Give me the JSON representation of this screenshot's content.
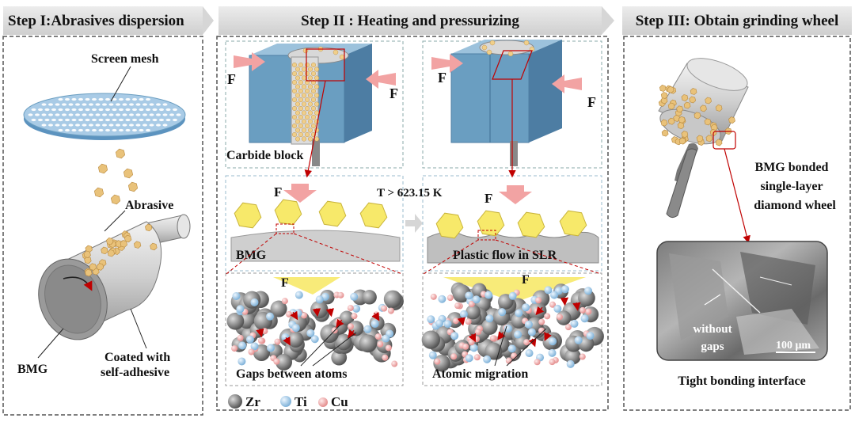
{
  "steps": {
    "step1": "Step I:Abrasives dispersion",
    "step2": "Step II : Heating and pressurizing",
    "step3": "Step III: Obtain grinding wheel"
  },
  "step1": {
    "screen_mesh": "Screen mesh",
    "abrasive": "Abrasive",
    "bmg": "BMG",
    "coated_line1": "Coated with",
    "coated_line2": "self-adhesive"
  },
  "step2": {
    "force": "F",
    "carbide_block": "Carbide block",
    "temperature": "T > 623.15 K",
    "bmg": "BMG",
    "plastic_flow": "Plastic flow in SLR",
    "gaps": "Gaps between atoms",
    "migration": "Atomic migration",
    "legend": {
      "zr": "Zr",
      "ti": "Ti",
      "cu": "Cu"
    }
  },
  "step3": {
    "wheel_line1": "BMG bonded",
    "wheel_line2": "single-layer",
    "wheel_line3": "diamond wheel",
    "without": "without",
    "gaps": "gaps",
    "scale": "100 μm",
    "interface": "Tight bonding interface"
  },
  "colors": {
    "header_bg": "#d9d9d9",
    "block_blue": "#6a9ec1",
    "abrasive_yellow": "#f7e96a",
    "force_arrow": "#f2a3a3",
    "zr": "#8c8c8c",
    "ti": "#9dc6e6",
    "cu": "#f0a8a8",
    "red_line": "#c00000"
  }
}
